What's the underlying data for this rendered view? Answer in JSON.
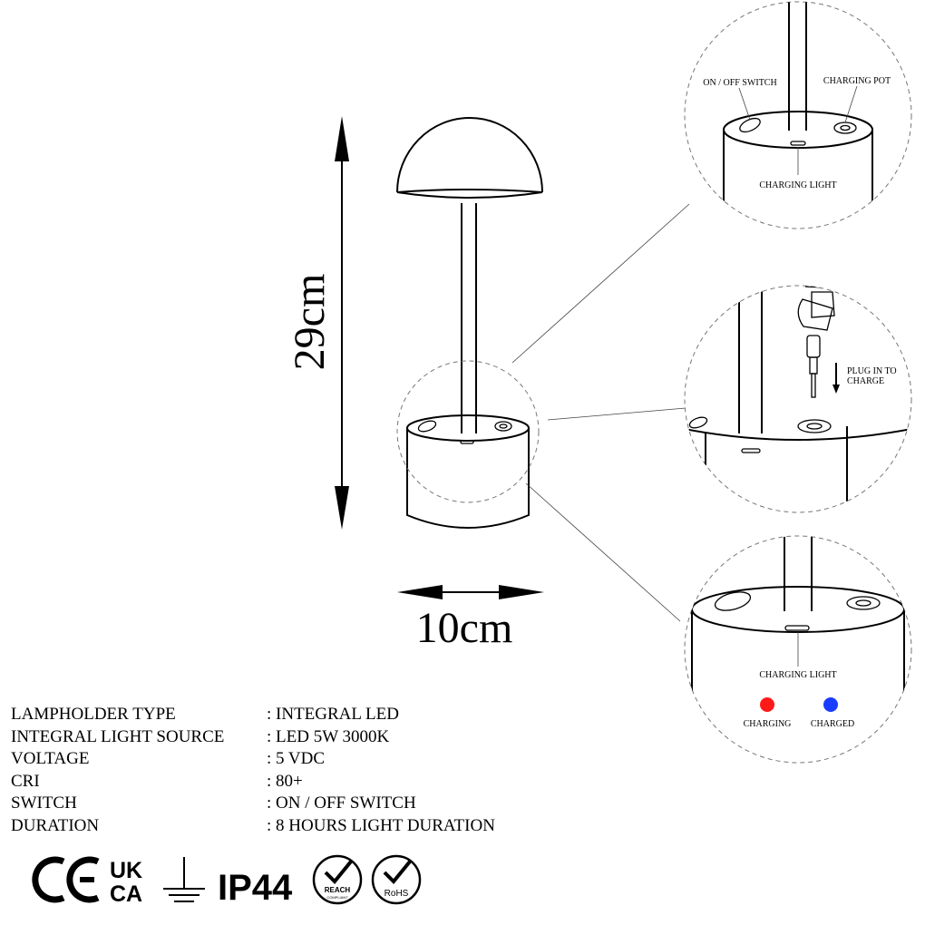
{
  "dimensions": {
    "height": "29cm",
    "width": "10cm"
  },
  "callouts": {
    "switch": "ON / OFF SWITCH",
    "charging_port": "CHARGING POT",
    "charging_light_top": "CHARGING LIGHT",
    "plug_line1": "PLUG IN TO",
    "plug_line2": "CHARGE",
    "charging_light_bottom": "CHARGING LIGHT",
    "charging": "CHARGING",
    "charged": "CHARGED"
  },
  "indicator_colors": {
    "charging": "#ff1a1a",
    "charged": "#1a3cff"
  },
  "specs": [
    {
      "label": "LAMPHOLDER TYPE",
      "value": ": INTEGRAL LED"
    },
    {
      "label": "INTEGRAL LIGHT SOURCE",
      "value": ": LED 5W 3000K"
    },
    {
      "label": "VOLTAGE",
      "value": ": 5 VDC"
    },
    {
      "label": "CRI",
      "value": ": 80+"
    },
    {
      "label": "SWITCH",
      "value": ": ON / OFF SWITCH"
    },
    {
      "label": "DURATION",
      "value": ": 8 HOURS LIGHT DURATION"
    }
  ],
  "certifications": {
    "ce": "CE",
    "ukca_top": "UK",
    "ukca_bottom": "CA",
    "ip": "IP44",
    "reach": "REACH",
    "reach_sub": "COMPLIANT",
    "rohs": "RoHS"
  }
}
